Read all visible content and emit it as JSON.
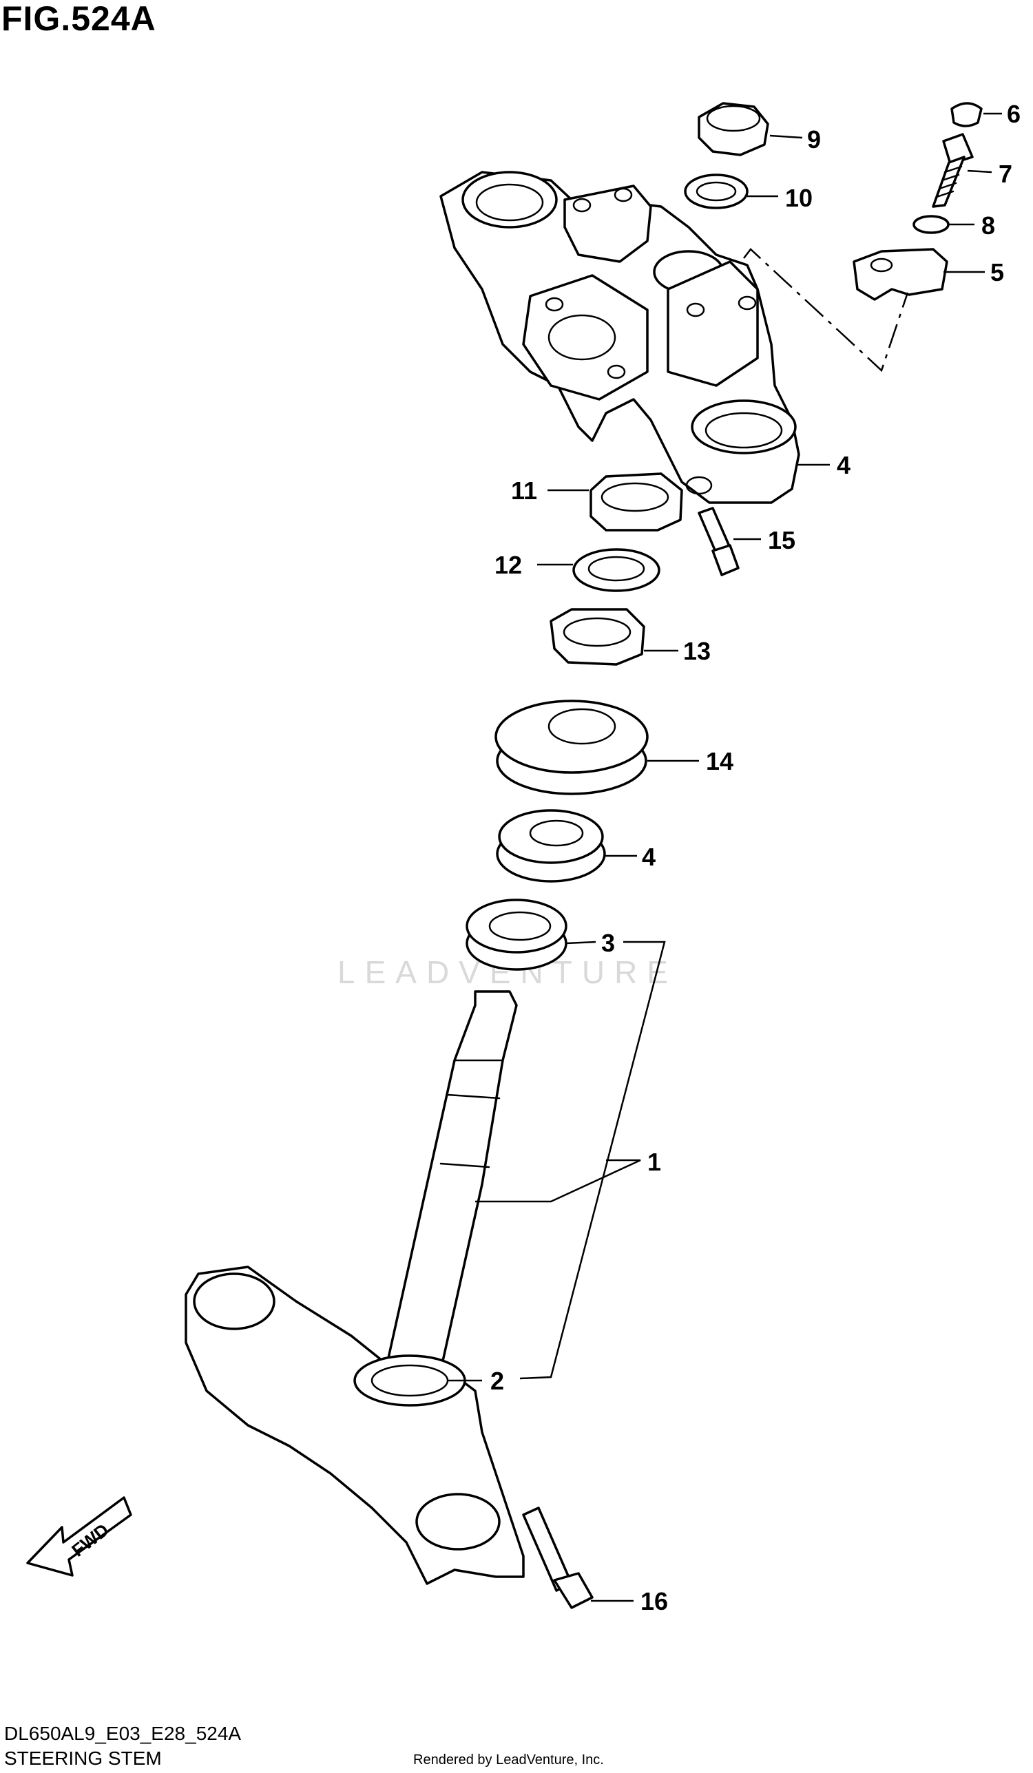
{
  "figure": {
    "title": "FIG.524A",
    "code": "DL650AL9_E03_E28_524A",
    "caption": "STEERING STEM",
    "credit": "Rendered by LeadVenture, Inc.",
    "watermark": "LEADVENTURE",
    "fwd_label": "FWD"
  },
  "callouts": [
    "9",
    "10",
    "6",
    "7",
    "8",
    "5",
    "4",
    "11",
    "15",
    "12",
    "13",
    "14",
    "4",
    "3",
    "1",
    "2",
    "16"
  ]
}
